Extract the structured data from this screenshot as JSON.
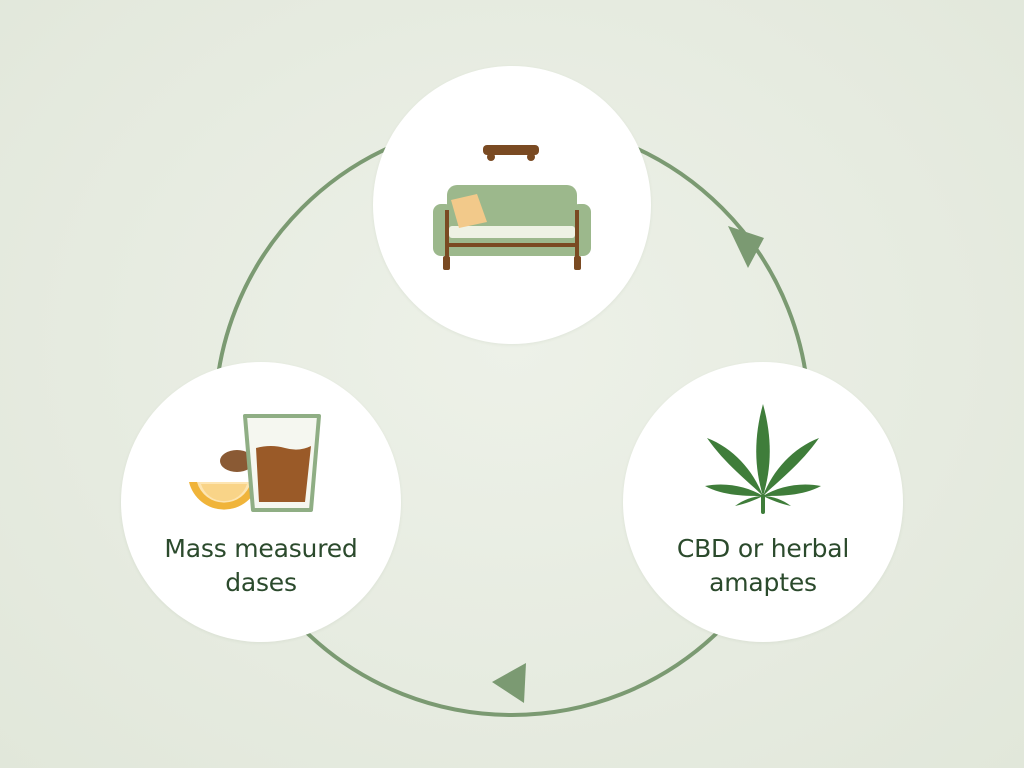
{
  "colors": {
    "background": "#e6ebe0",
    "node_fill": "#ffffff",
    "cycle_line": "#7b9a72",
    "label_text": "#2b4a2c",
    "leaf_green": "#3f7d3a",
    "sofa_green": "#9cb88c",
    "wood_brown": "#7a4a22",
    "drink_brown": "#9a5a28",
    "citrus_yellow": "#f0b43a"
  },
  "nodes": {
    "top": {
      "icon": "sofa-icon",
      "label_line1": "",
      "label_line2": ""
    },
    "left": {
      "icon": "drink-glass-icon",
      "label_line1": "Mass measured",
      "label_line2": "dases"
    },
    "right": {
      "icon": "cannabis-leaf-icon",
      "label_line1": "CBD or herbal",
      "label_line2": "amaptes"
    }
  },
  "cycle": {
    "direction": "clockwise",
    "arrow_icon": "arrowhead-icon"
  }
}
